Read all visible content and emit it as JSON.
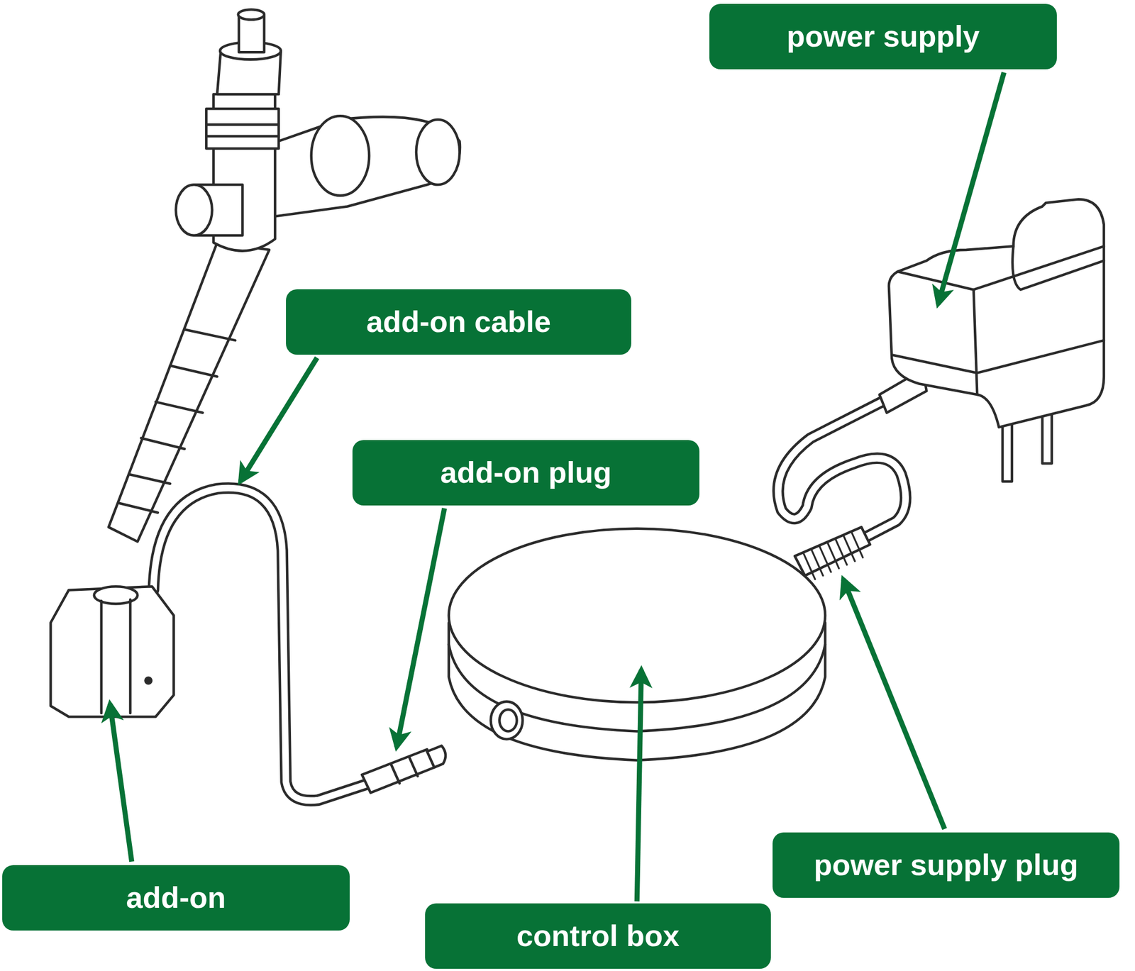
{
  "diagram": {
    "nodes": [
      {
        "text": [
          "power supply"
        ]
      },
      {
        "text": [
          "add-on cable"
        ]
      },
      {
        "text": [
          "add-on plug"
        ]
      },
      {
        "text": [
          "power supply plug"
        ]
      },
      {
        "text": [
          "add-on"
        ]
      },
      {
        "text": [
          "control box"
        ]
      }
    ]
  }
}
